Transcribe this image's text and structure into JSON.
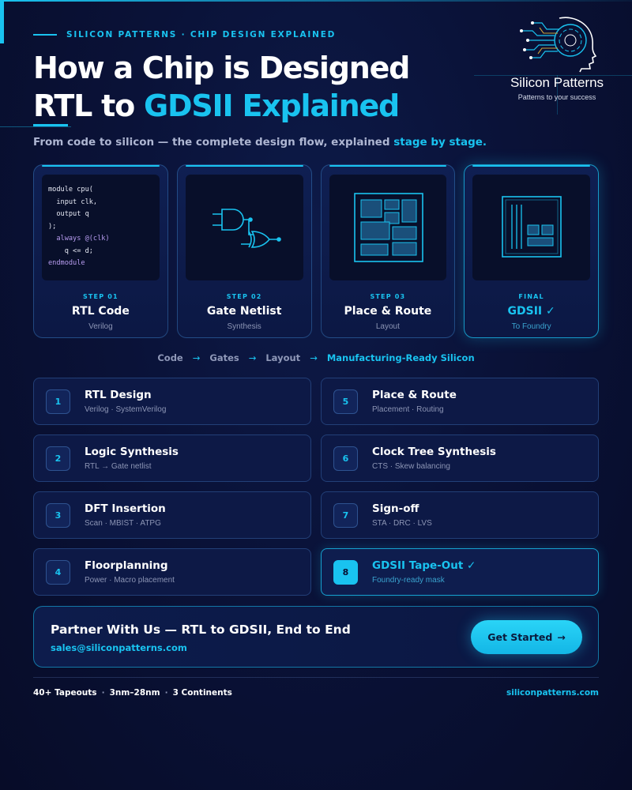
{
  "header": {
    "eyebrow": "SILICON PATTERNS · CHIP DESIGN EXPLAINED",
    "title_line1": "How a Chip is Designed",
    "title_line2_prefix": "RTL to ",
    "title_line2_accent": "GDSII Explained",
    "subtitle_prefix": "From code to silicon — the complete design flow, explained ",
    "subtitle_accent": "stage by stage."
  },
  "brand": {
    "name": "Silicon Patterns",
    "tagline": "Patterns to your success",
    "icon": "circuit-head-logo"
  },
  "stages": [
    {
      "step": "STEP 01",
      "title": "RTL Code",
      "subtitle": "Verilog",
      "code_lines": [
        "module cpu(",
        "  input clk,",
        "  output q",
        ");",
        "  always @(clk)",
        "    q <= d;",
        "endmodule"
      ]
    },
    {
      "step": "STEP 02",
      "title": "Gate Netlist",
      "subtitle": "Synthesis",
      "icon": "logic-gates-icon"
    },
    {
      "step": "STEP 03",
      "title": "Place & Route",
      "subtitle": "Layout",
      "icon": "layout-blocks-icon"
    },
    {
      "step": "FINAL",
      "title": "GDSII ✓",
      "subtitle": "To Foundry",
      "icon": "mask-layout-icon"
    }
  ],
  "flow": {
    "items": [
      "Code",
      "Gates",
      "Layout"
    ],
    "final": "Manufacturing-Ready Silicon",
    "arrow": "→"
  },
  "steps": [
    {
      "num": "1",
      "name": "RTL Design",
      "desc": "Verilog · SystemVerilog"
    },
    {
      "num": "5",
      "name": "Place & Route",
      "desc": "Placement · Routing"
    },
    {
      "num": "2",
      "name": "Logic Synthesis",
      "desc": "RTL → Gate netlist"
    },
    {
      "num": "6",
      "name": "Clock Tree Synthesis",
      "desc": "CTS · Skew balancing"
    },
    {
      "num": "3",
      "name": "DFT Insertion",
      "desc": "Scan · MBIST · ATPG"
    },
    {
      "num": "7",
      "name": "Sign-off",
      "desc": "STA · DRC · LVS"
    },
    {
      "num": "4",
      "name": "Floorplanning",
      "desc": "Power · Macro placement"
    },
    {
      "num": "8",
      "name": "GDSII Tape-Out ✓",
      "desc": "Foundry-ready mask"
    }
  ],
  "cta": {
    "title": "Partner With Us — RTL to GDSII, End to End",
    "email": "sales@siliconpatterns.com",
    "button_label": "Get Started",
    "button_arrow": "→"
  },
  "footer": {
    "stat1": "40+ Tapeouts",
    "stat2": "3nm–28nm",
    "stat3": "3 Continents",
    "separator": "·",
    "link": "siliconpatterns.com"
  },
  "colors": {
    "accent": "#19c3f0",
    "background": "#0a1238",
    "card": "#0d1946"
  }
}
